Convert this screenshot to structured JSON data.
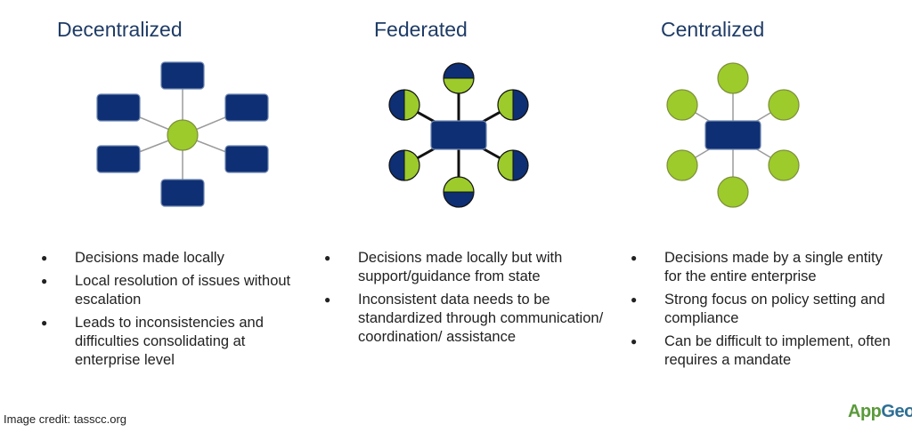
{
  "colors": {
    "navy": "#0e2f73",
    "lime": "#9ccb2b",
    "title": "#1f3c66",
    "line": "#999999"
  },
  "columns": [
    {
      "title": "Decentralized",
      "bullets": [
        "Decisions made locally",
        "Local resolution of issues without escalation",
        "Leads to inconsistencies and difficulties consolidating at enterprise level"
      ]
    },
    {
      "title": "Federated",
      "bullets": [
        "Decisions made locally but with support/guidance from state",
        "Inconsistent data needs to be standardized through communication/ coordination/ assistance"
      ]
    },
    {
      "title": "Centralized",
      "bullets": [
        "Decisions made by a single entity for the entire enterprise",
        "Strong focus on policy setting and compliance",
        "Can be difficult to implement, often requires a mandate"
      ]
    }
  ],
  "credit": "Image credit: tasscc.org",
  "logo": {
    "part1": "App",
    "part2": "Geo"
  }
}
